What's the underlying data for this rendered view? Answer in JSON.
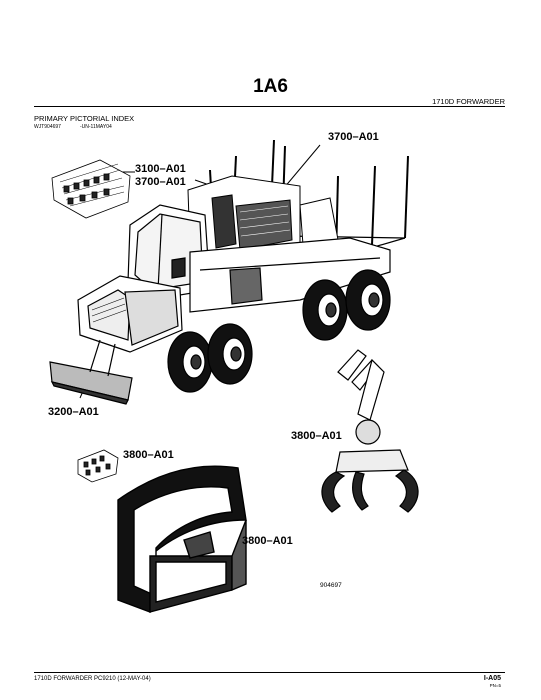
{
  "header": {
    "title": "1A6",
    "model": "1710D FORWARDER"
  },
  "section": {
    "heading": "PRIMARY PICTORIAL INDEX",
    "code": "WJT904697",
    "date": "-UN-11MAY04"
  },
  "callouts": {
    "c3700_top": "3700–A01",
    "c3100": "3100–A01",
    "c3700_left": "3700–A01",
    "c3200": "3200–A01",
    "c3800_grapple": "3800–A01",
    "c3800_valve": "3800–A01",
    "c3800_bunk": "3800–A01"
  },
  "figure_number": "904697",
  "footer": {
    "info": "1710D FORWARDER   PC9210   (12-MAY-04)",
    "page": "I-A05",
    "pn": "PN=5"
  }
}
